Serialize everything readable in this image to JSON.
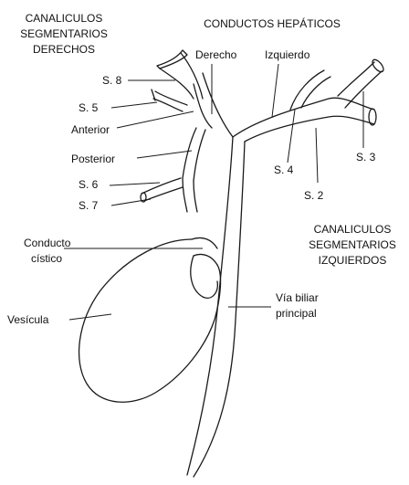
{
  "labels": {
    "right_title_l1": "CANALICULOS",
    "right_title_l2": "SEGMENTARIOS",
    "right_title_l3": "DERECHOS",
    "hepatic_title": "CONDUCTOS HEPÁTICOS",
    "derecho": "Derecho",
    "izquierdo": "Izquierdo",
    "s8": "S. 8",
    "s5": "S. 5",
    "anterior": "Anterior",
    "posterior": "Posterior",
    "s6": "S. 6",
    "s7": "S. 7",
    "s4": "S. 4",
    "s3": "S. 3",
    "s2": "S. 2",
    "left_title_l1": "CANALICULOS",
    "left_title_l2": "SEGMENTARIOS",
    "left_title_l3": "IZQUIERDOS",
    "conducto_l1": "Conducto",
    "conducto_l2": "cístico",
    "via_l1": "Vía biliar",
    "via_l2": "principal",
    "vesicula": "Vesícula"
  }
}
